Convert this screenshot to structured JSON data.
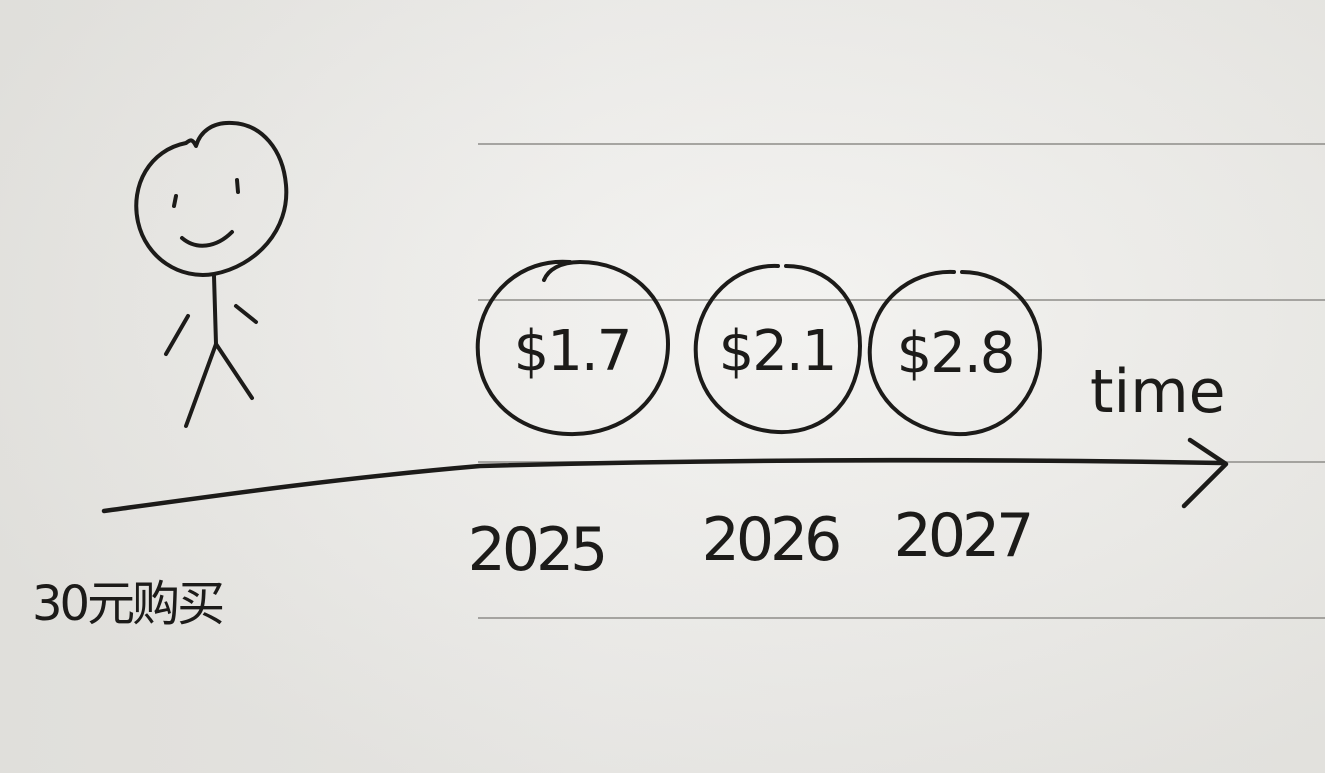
{
  "diagram": {
    "start_label": "30元购买",
    "axis_label": "time",
    "coins": [
      {
        "value": "$1.7",
        "year": "2025"
      },
      {
        "value": "$2.1",
        "year": "2026"
      },
      {
        "value": "$2.8",
        "year": "2027"
      }
    ],
    "ink_color": "#1c1b19",
    "paper_color": "#ebeae6",
    "rule_color": "#8d8c88"
  }
}
